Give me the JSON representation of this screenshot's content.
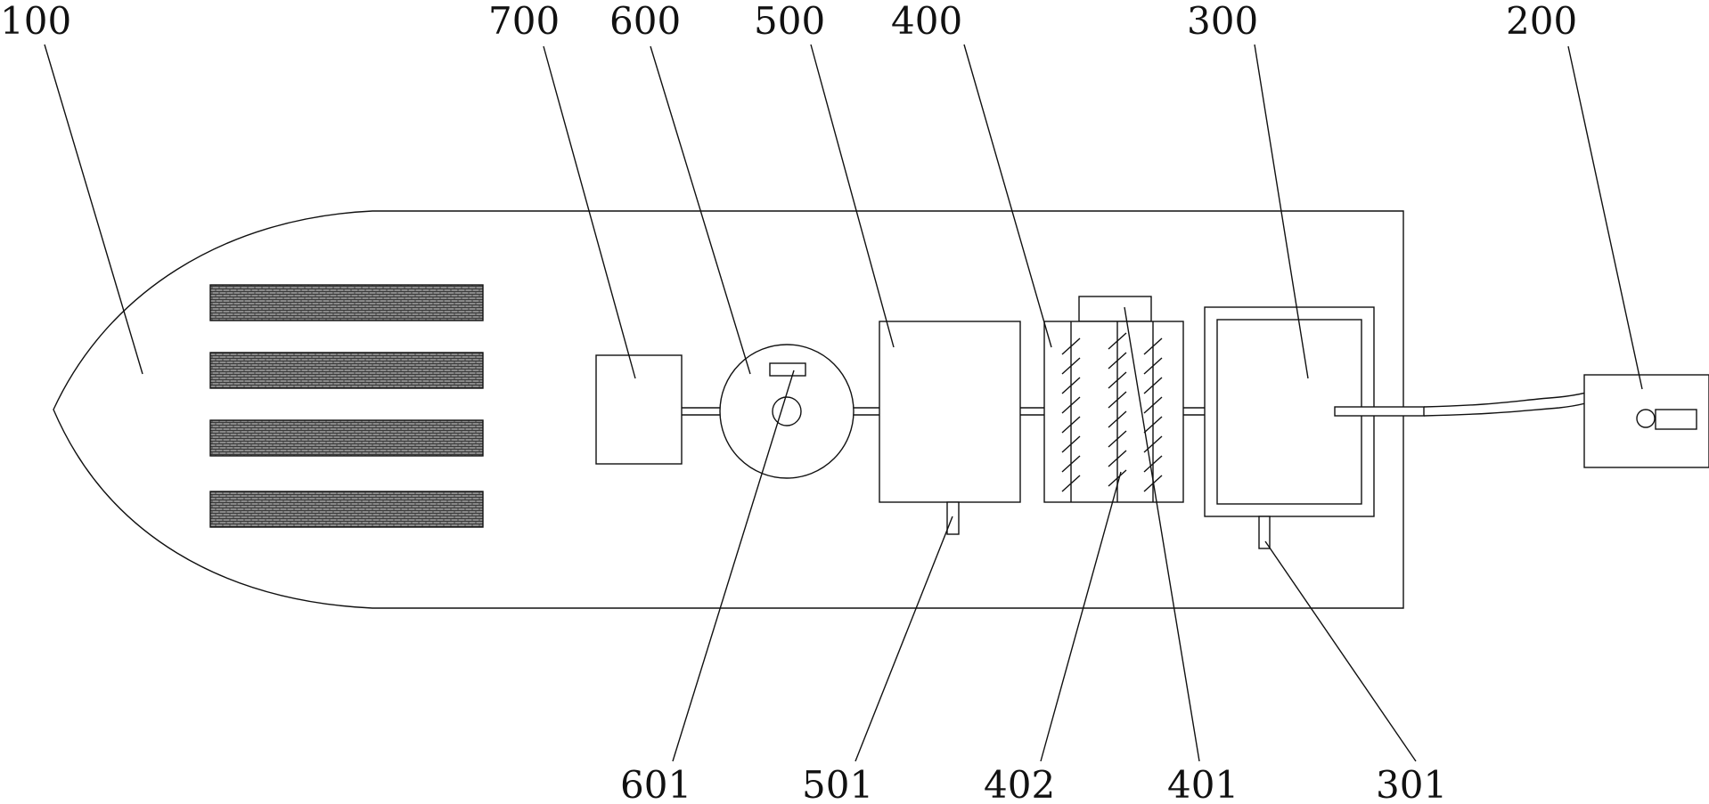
{
  "labels": {
    "l100": "100",
    "l200": "200",
    "l300": "300",
    "l301": "301",
    "l400": "400",
    "l401": "401",
    "l402": "402",
    "l500": "500",
    "l501": "501",
    "l600": "600",
    "l601": "601",
    "l700": "700"
  },
  "colors": {
    "line": "#111111",
    "hatch": "#555555",
    "background": "#ffffff"
  }
}
